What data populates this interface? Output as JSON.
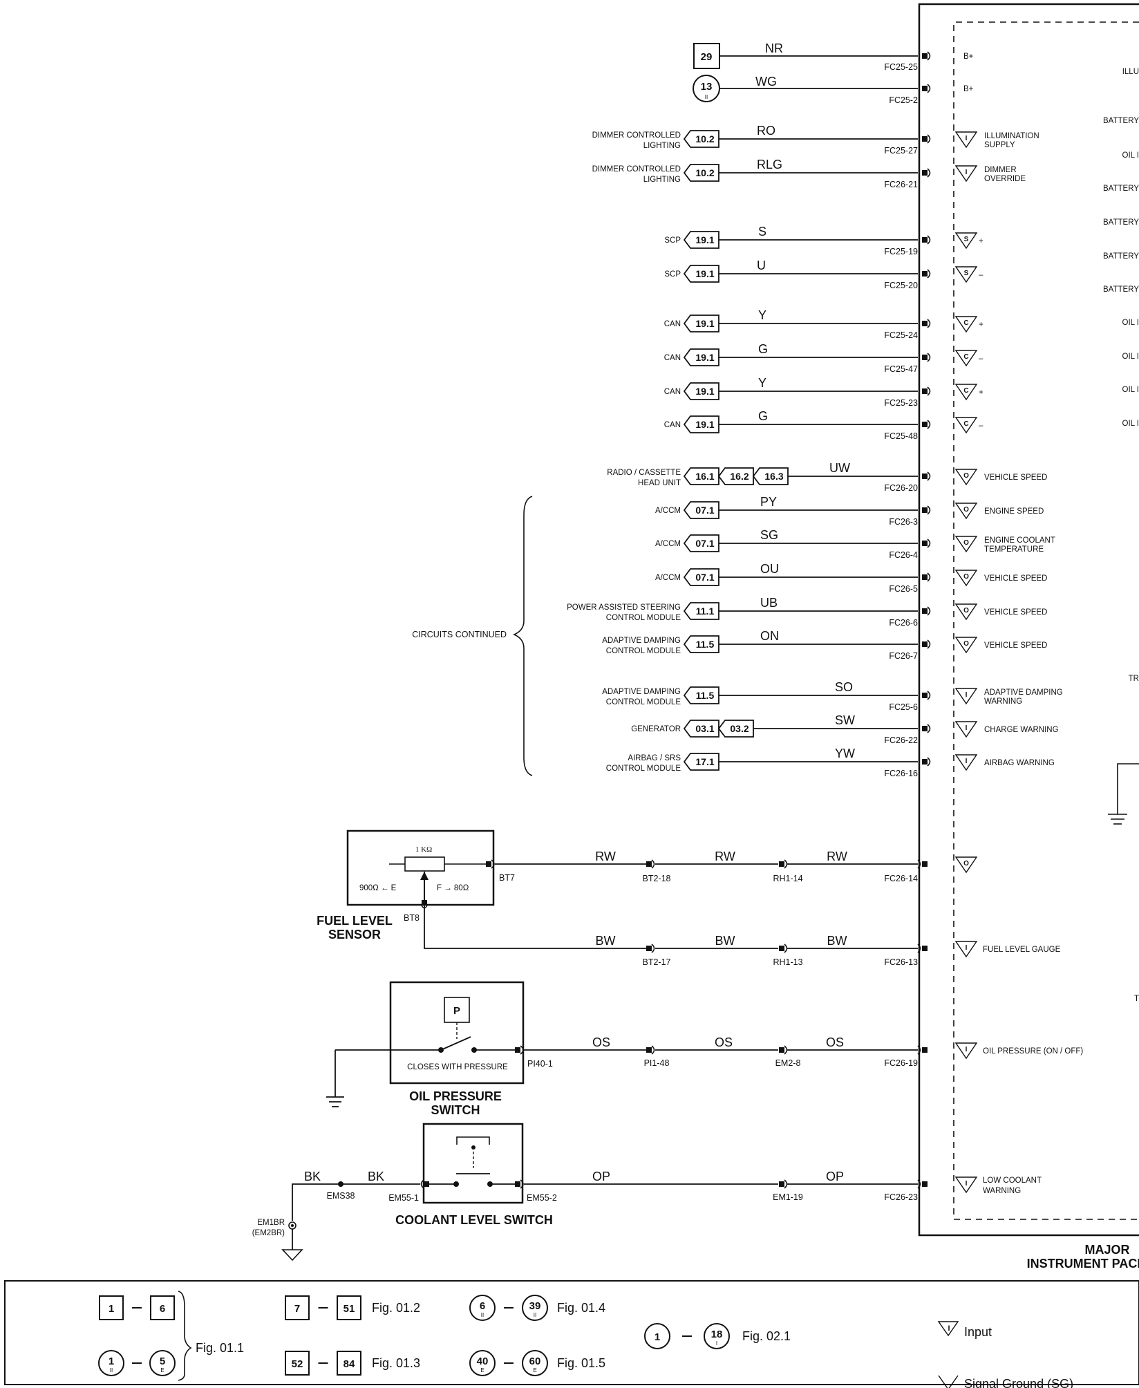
{
  "diagram_title": "MAJOR\nINSTRUMENT PACK",
  "module": {
    "title_line1": "MAJOR",
    "title_line2": "INSTRUMENT PACK",
    "right_edge_labels": [
      "ILLU",
      "BATTERY",
      "OIL I",
      "BATTERY",
      "BATTERY",
      "BATTERY",
      "BATTERY",
      "OIL I",
      "OIL I",
      "OIL I",
      "OIL I",
      "TR",
      "T"
    ]
  },
  "top_connections": [
    {
      "ref": "29",
      "shape": "square",
      "sub": "",
      "wire": "NR",
      "connector": "FC25-25",
      "pin_label": "B+"
    },
    {
      "ref": "13",
      "shape": "circle",
      "sub": "II",
      "wire": "WG",
      "connector": "FC25-2",
      "pin_label": "B+"
    }
  ],
  "signal_rows": [
    {
      "source": [
        "DIMMER CONTROLLED",
        "LIGHTING"
      ],
      "refs": [
        "10.2"
      ],
      "wire": "RO",
      "connector": "FC25-27",
      "sym": "I",
      "pin_label": [
        "ILLUMINATION",
        "SUPPLY"
      ]
    },
    {
      "source": [
        "DIMMER CONTROLLED",
        "LIGHTING"
      ],
      "refs": [
        "10.2"
      ],
      "wire": "RLG",
      "connector": "FC26-21",
      "sym": "I",
      "pin_label": [
        "DIMMER",
        "OVERRIDE"
      ]
    },
    {
      "source": [
        "SCP"
      ],
      "refs": [
        "19.1"
      ],
      "wire": "S",
      "connector": "FC25-19",
      "sym": "S",
      "pin_label": [
        "+"
      ]
    },
    {
      "source": [
        "SCP"
      ],
      "refs": [
        "19.1"
      ],
      "wire": "U",
      "connector": "FC25-20",
      "sym": "S",
      "pin_label": [
        "–"
      ]
    },
    {
      "source": [
        "CAN"
      ],
      "refs": [
        "19.1"
      ],
      "wire": "Y",
      "connector": "FC25-24",
      "sym": "C",
      "pin_label": [
        "+"
      ]
    },
    {
      "source": [
        "CAN"
      ],
      "refs": [
        "19.1"
      ],
      "wire": "G",
      "connector": "FC25-47",
      "sym": "C",
      "pin_label": [
        "–"
      ]
    },
    {
      "source": [
        "CAN"
      ],
      "refs": [
        "19.1"
      ],
      "wire": "Y",
      "connector": "FC25-23",
      "sym": "C",
      "pin_label": [
        "+"
      ]
    },
    {
      "source": [
        "CAN"
      ],
      "refs": [
        "19.1"
      ],
      "wire": "G",
      "connector": "FC25-48",
      "sym": "C",
      "pin_label": [
        "–"
      ]
    },
    {
      "source": [
        "RADIO / CASSETTE",
        "HEAD UNIT"
      ],
      "refs": [
        "16.1",
        "16.2",
        "16.3"
      ],
      "wire": "UW",
      "connector": "FC26-20",
      "sym": "O",
      "pin_label": [
        "VEHICLE SPEED"
      ]
    },
    {
      "source": [
        "A/CCM"
      ],
      "refs": [
        "07.1"
      ],
      "wire": "PY",
      "connector": "FC26-3",
      "sym": "O",
      "pin_label": [
        "ENGINE SPEED"
      ]
    },
    {
      "source": [
        "A/CCM"
      ],
      "refs": [
        "07.1"
      ],
      "wire": "SG",
      "connector": "FC26-4",
      "sym": "O",
      "pin_label": [
        "ENGINE COOLANT",
        "TEMPERATURE"
      ]
    },
    {
      "source": [
        "A/CCM"
      ],
      "refs": [
        "07.1"
      ],
      "wire": "OU",
      "connector": "FC26-5",
      "sym": "O",
      "pin_label": [
        "VEHICLE SPEED"
      ]
    },
    {
      "source": [
        "POWER ASSISTED STEERING",
        "CONTROL MODULE"
      ],
      "refs": [
        "11.1"
      ],
      "wire": "UB",
      "connector": "FC26-6",
      "sym": "O",
      "pin_label": [
        "VEHICLE SPEED"
      ]
    },
    {
      "source": [
        "ADAPTIVE DAMPING",
        "CONTROL MODULE"
      ],
      "refs": [
        "11.5"
      ],
      "wire": "ON",
      "connector": "FC26-7",
      "sym": "O",
      "pin_label": [
        "VEHICLE SPEED"
      ]
    },
    {
      "source": [
        "ADAPTIVE DAMPING",
        "CONTROL MODULE"
      ],
      "refs": [
        "11.5"
      ],
      "wire": "SO",
      "connector": "FC25-6",
      "sym": "I",
      "pin_label": [
        "ADAPTIVE DAMPING",
        "WARNING"
      ]
    },
    {
      "source": [
        "GENERATOR"
      ],
      "refs": [
        "03.1",
        "03.2"
      ],
      "wire": "SW",
      "connector": "FC26-22",
      "sym": "I",
      "pin_label": [
        "CHARGE WARNING"
      ]
    },
    {
      "source": [
        "AIRBAG / SRS",
        "CONTROL MODULE"
      ],
      "refs": [
        "17.1"
      ],
      "wire": "YW",
      "connector": "FC26-16",
      "sym": "I",
      "pin_label": [
        "AIRBAG WARNING"
      ]
    }
  ],
  "circuits_continued": "CIRCUITS CONTINUED",
  "fuel_sensor": {
    "title": [
      "FUEL LEVEL",
      "SENSOR"
    ],
    "resistor": "1 KΩ",
    "empty": "900Ω ← E",
    "full": "F → 80Ω",
    "pin_top": "BT7",
    "pin_bottom": "BT8",
    "wire_top": {
      "colors": [
        "RW",
        "RW",
        "RW"
      ],
      "splices": [
        "BT2-18",
        "RH1-14"
      ],
      "connector": "FC26-14",
      "sym": "O",
      "pin_label": ""
    },
    "wire_bottom": {
      "colors": [
        "BW",
        "BW",
        "BW"
      ],
      "splices": [
        "BT2-17",
        "RH1-13"
      ],
      "connector": "FC26-13",
      "sym": "I",
      "pin_label": "FUEL LEVEL GAUGE"
    }
  },
  "oil_switch": {
    "title": [
      "OIL PRESSURE",
      "SWITCH"
    ],
    "p_label": "P",
    "caption": "CLOSES WITH PRESSURE",
    "pin": "PI40-1",
    "colors": [
      "OS",
      "OS",
      "OS"
    ],
    "splices": [
      "PI1-48",
      "EM2-8"
    ],
    "connector": "FC26-19",
    "sym": "I",
    "pin_label": "OIL PRESSURE (ON / OFF)"
  },
  "coolant_switch": {
    "title": "COOLANT LEVEL SWITCH",
    "pin_left": "EM55-1",
    "pin_right": "EM55-2",
    "ground_wire_a": "BK",
    "ground_wire_b": "BK",
    "splice": "EMS38",
    "ground_label": [
      "EM1BR",
      "(EM2BR)"
    ],
    "colors": [
      "OP",
      "OP"
    ],
    "splices": [
      "EM1-19"
    ],
    "connector": "FC26-23",
    "sym": "I",
    "pin_label": [
      "LOW COOLANT",
      "WARNING"
    ]
  },
  "legend": {
    "groups": [
      {
        "a": "1",
        "b": "6",
        "fig": "Fig. 01.1",
        "shape": "square"
      },
      {
        "a": "1",
        "a_sub": "II",
        "b": "5",
        "b_sub": "E",
        "fig": "",
        "shape": "circle"
      },
      {
        "a": "7",
        "b": "51",
        "fig": "Fig. 01.2",
        "shape": "square"
      },
      {
        "a": "52",
        "b": "84",
        "fig": "Fig. 01.3",
        "shape": "square"
      },
      {
        "a": "6",
        "a_sub": "II",
        "b": "39",
        "b_sub": "II",
        "fig": "Fig. 01.4",
        "shape": "circle"
      },
      {
        "a": "40",
        "a_sub": "E",
        "b": "60",
        "b_sub": "E",
        "fig": "Fig. 01.5",
        "shape": "circle"
      },
      {
        "a": "1",
        "b": "18",
        "b_sub": "I",
        "fig": "Fig. 02.1",
        "shape": "circle"
      }
    ],
    "input": "Input",
    "signal_ground": "Signal Ground (SG)"
  },
  "colors": {
    "ink": "#111111",
    "paper": "#ffffff"
  }
}
